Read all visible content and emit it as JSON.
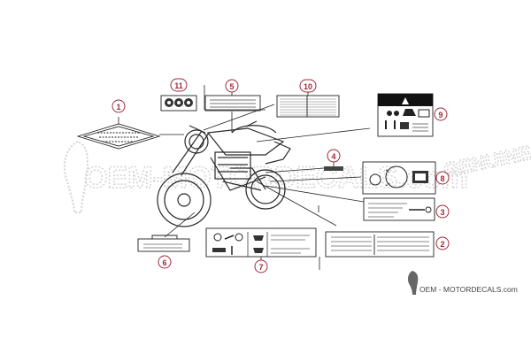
{
  "callouts": [
    "1",
    "2",
    "3",
    "4",
    "5",
    "6",
    "7",
    "8",
    "9",
    "10",
    "11"
  ],
  "watermark": {
    "brand": "OEM-MOTORDECALS.com",
    "genuine": "GENUINE"
  },
  "footer_brand": "OEM - MOTORDECALS.com",
  "colors": {
    "callout": "#a02838",
    "line": "#222222",
    "watermark": "#d4d4d4"
  }
}
